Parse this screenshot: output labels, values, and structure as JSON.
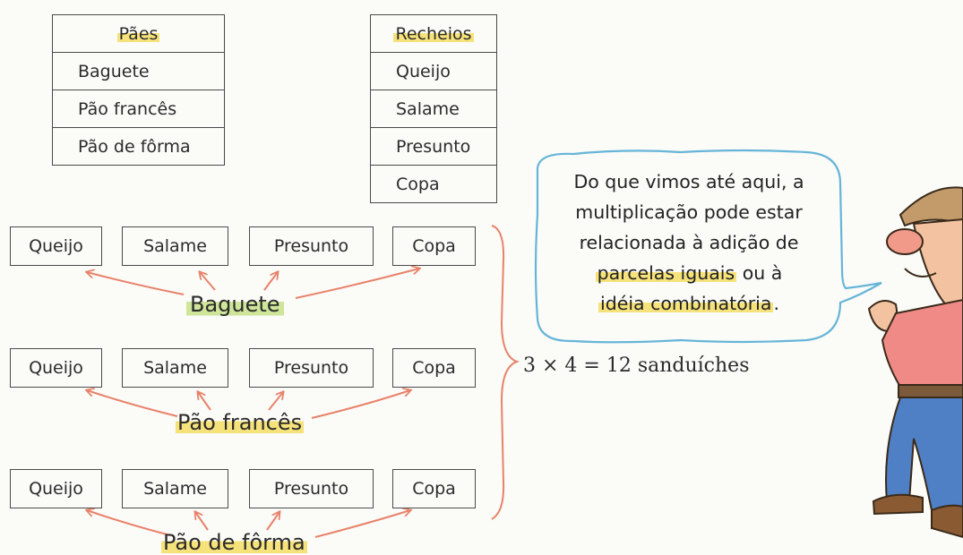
{
  "paes_table": {
    "header": "Pães",
    "rows": [
      "Baguete",
      "Pão francês",
      "Pão de fôrma"
    ]
  },
  "recheios_table": {
    "header": "Recheios",
    "rows": [
      "Queijo",
      "Salame",
      "Presunto",
      "Copa"
    ]
  },
  "trees": [
    {
      "bread": "Baguete",
      "fillings": [
        "Queijo",
        "Salame",
        "Presunto",
        "Copa"
      ],
      "highlight": "#cfe59a"
    },
    {
      "bread": "Pão francês",
      "fillings": [
        "Queijo",
        "Salame",
        "Presunto",
        "Copa"
      ],
      "highlight": "#f6e27a"
    },
    {
      "bread": "Pão de fôrma",
      "fillings": [
        "Queijo",
        "Salame",
        "Presunto",
        "Copa"
      ],
      "highlight": "#f6e27a"
    }
  ],
  "result": "3 × 4 = 12 sanduíches",
  "speech": {
    "line1": "Do que vimos até aqui, a",
    "line2": "multiplicação pode estar",
    "line3": "relacionada à adição de",
    "hl1": "parcelas iguais",
    "mid": " ou à",
    "hl2": "idéia combinatória",
    "end": "."
  },
  "colors": {
    "arrow": "#e8826a",
    "brace": "#e8826a",
    "bubble": "#66b5d8"
  }
}
